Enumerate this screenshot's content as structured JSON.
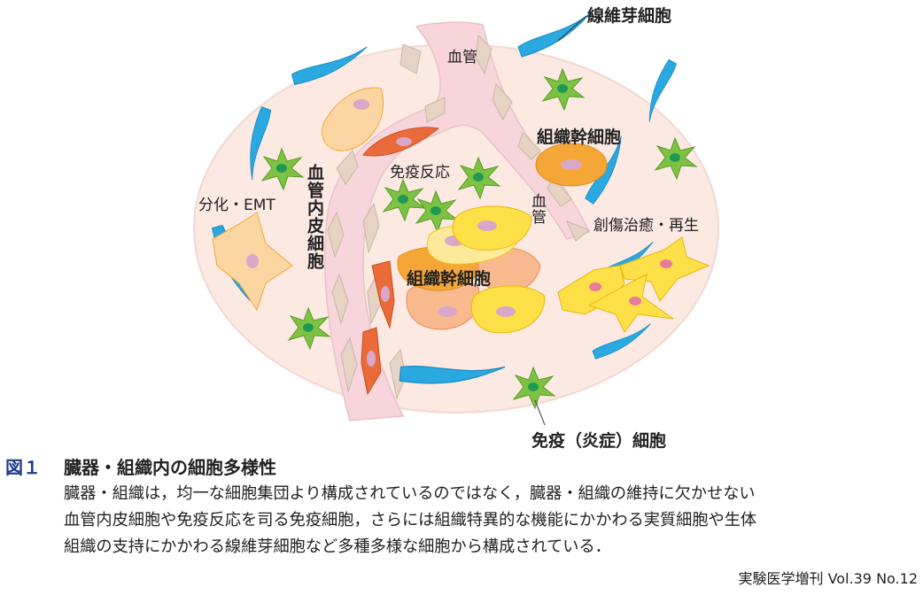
{
  "diagram": {
    "labels": {
      "fibroblast": "線維芽細胞",
      "vessel_top": "血管",
      "stem_cell_upper": "組織幹細胞",
      "immune_response": "免疫反応",
      "differentiation": "分化・EMT",
      "endothelial": "血管内皮細胞",
      "vessel_right": "血管",
      "wound_healing": "創傷治癒・再生",
      "stem_cell_center": "組織幹細胞",
      "immune_cell": "免疫（炎症）細胞"
    },
    "colors": {
      "tissue": "#fbe9e2",
      "vessel": "#f7d5da",
      "fibroblast": "#2aa9e0",
      "immune": "#7dc242",
      "stem": "#f4a637",
      "parenchymal": "#fde047",
      "endothelial": "#ea6a3a",
      "nucleus": "#d9a7c9"
    }
  },
  "caption": {
    "figure_number": "図１",
    "title": "臓器・組織内の細胞多様性",
    "lines": [
      "臓器・組織は，均一な細胞集団より構成されているのではなく，臓器・組織の維持に欠かせない",
      "血管内皮細胞や免疫反応を司る免疫細胞，さらには組織特異的な機能にかかわる実質細胞や生体",
      "組織の支持にかかわる線維芽細胞など多種多様な細胞から構成されている．"
    ],
    "source": "実験医学増刊 Vol.39 No.12"
  }
}
